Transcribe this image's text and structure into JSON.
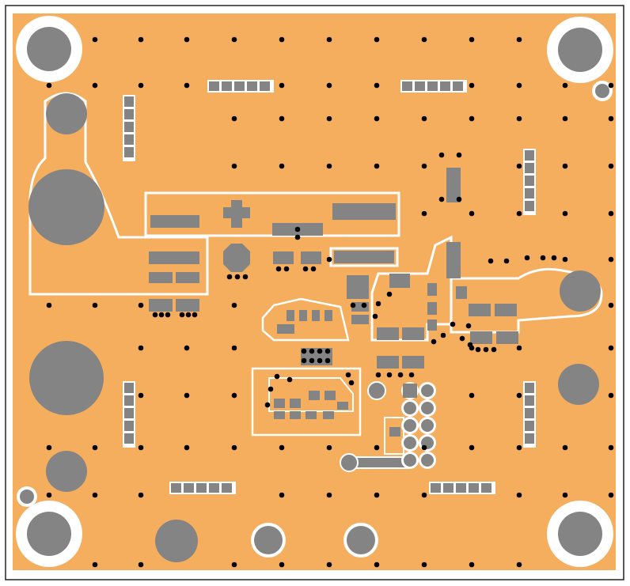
{
  "board": {
    "colors": {
      "copper": "#f5ad5e",
      "pad": "#848484",
      "clearance": "#ffffff",
      "via": "#000000",
      "frame": "#222222"
    },
    "layer": "top-copper",
    "mounting_holes": 4,
    "connector_pins": 10
  }
}
